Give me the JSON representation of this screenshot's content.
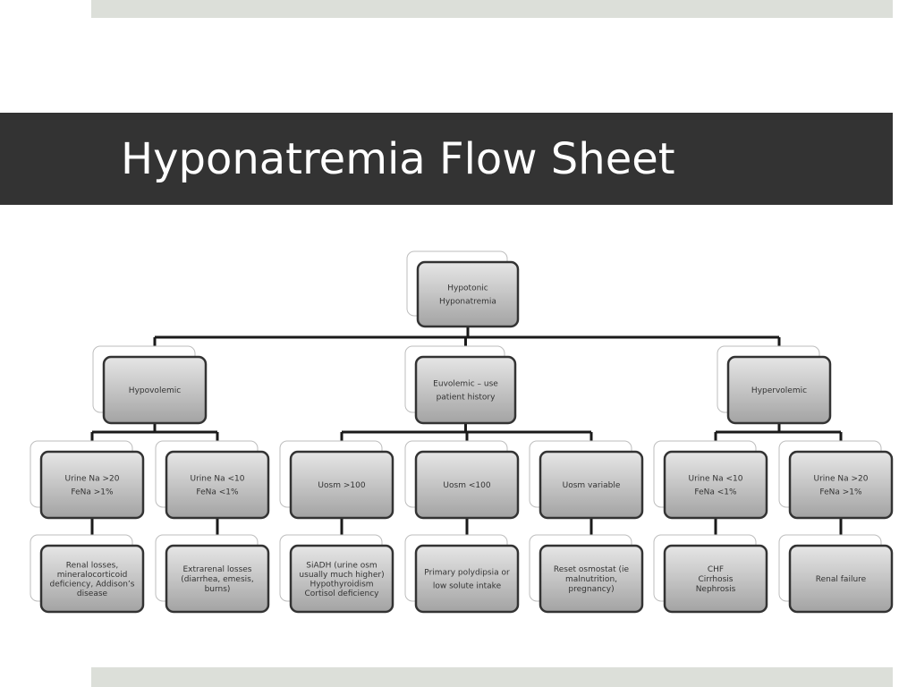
{
  "slide": {
    "title": "Hyponatremia Flow Sheet"
  },
  "colors": {
    "title_bar": "#333333",
    "band": "#dcdfd9",
    "node_fill_light": "#e6e6e6",
    "node_fill_dark": "#a3a3a3",
    "node_border": "#333333",
    "connector": "#1a1a1a"
  },
  "nodes": [
    {
      "id": "root",
      "lines": [
        "Hypotonic",
        "Hyponatremia"
      ]
    },
    {
      "id": "hypovolemic",
      "lines": [
        "Hypovolemic"
      ]
    },
    {
      "id": "euvolemic",
      "lines": [
        "Euvolemic – use",
        "patient history"
      ]
    },
    {
      "id": "hypervolemic",
      "lines": [
        "Hypervolemic"
      ]
    },
    {
      "id": "hypo-urine-high",
      "lines": [
        "Urine Na >20",
        "FeNa >1%"
      ]
    },
    {
      "id": "hypo-urine-low",
      "lines": [
        "Urine Na <10",
        "FeNa <1%"
      ]
    },
    {
      "id": "uosm-high",
      "lines": [
        "Uosm >100"
      ]
    },
    {
      "id": "uosm-low",
      "lines": [
        "Uosm <100"
      ]
    },
    {
      "id": "uosm-variable",
      "lines": [
        "Uosm variable"
      ]
    },
    {
      "id": "hyper-urine-low",
      "lines": [
        "Urine Na <10",
        "FeNa <1%"
      ]
    },
    {
      "id": "hyper-urine-high",
      "lines": [
        "Urine Na >20",
        "FeNa >1%"
      ]
    },
    {
      "id": "renal-losses",
      "lines": [
        "Renal losses,",
        "mineralocorticoid",
        "deficiency, Addison’s",
        "disease"
      ]
    },
    {
      "id": "extrarenal-losses",
      "lines": [
        "Extrarenal losses",
        "(diarrhea, emesis,",
        "burns)"
      ]
    },
    {
      "id": "siadh",
      "lines": [
        "SiADH (urine osm",
        "usually much higher)",
        "Hypothyroidism",
        "Cortisol deficiency"
      ]
    },
    {
      "id": "polydipsia",
      "lines": [
        "Primary polydipsia or",
        "low solute intake"
      ]
    },
    {
      "id": "reset-osmostat",
      "lines": [
        "Reset osmostat (ie",
        "malnutrition,",
        "pregnancy)"
      ]
    },
    {
      "id": "chf-cirrhosis",
      "lines": [
        "CHF",
        "Cirrhosis",
        "Nephrosis"
      ]
    },
    {
      "id": "renal-failure",
      "lines": [
        "Renal failure"
      ]
    }
  ],
  "edges": [
    [
      "root",
      "hypovolemic"
    ],
    [
      "root",
      "euvolemic"
    ],
    [
      "root",
      "hypervolemic"
    ],
    [
      "hypovolemic",
      "hypo-urine-high"
    ],
    [
      "hypovolemic",
      "hypo-urine-low"
    ],
    [
      "euvolemic",
      "uosm-high"
    ],
    [
      "euvolemic",
      "uosm-low"
    ],
    [
      "euvolemic",
      "uosm-variable"
    ],
    [
      "hypervolemic",
      "hyper-urine-low"
    ],
    [
      "hypervolemic",
      "hyper-urine-high"
    ],
    [
      "hypo-urine-high",
      "renal-losses"
    ],
    [
      "hypo-urine-low",
      "extrarenal-losses"
    ],
    [
      "uosm-high",
      "siadh"
    ],
    [
      "uosm-low",
      "polydipsia"
    ],
    [
      "uosm-variable",
      "reset-osmostat"
    ],
    [
      "hyper-urine-low",
      "chf-cirrhosis"
    ],
    [
      "hyper-urine-high",
      "renal-failure"
    ]
  ]
}
